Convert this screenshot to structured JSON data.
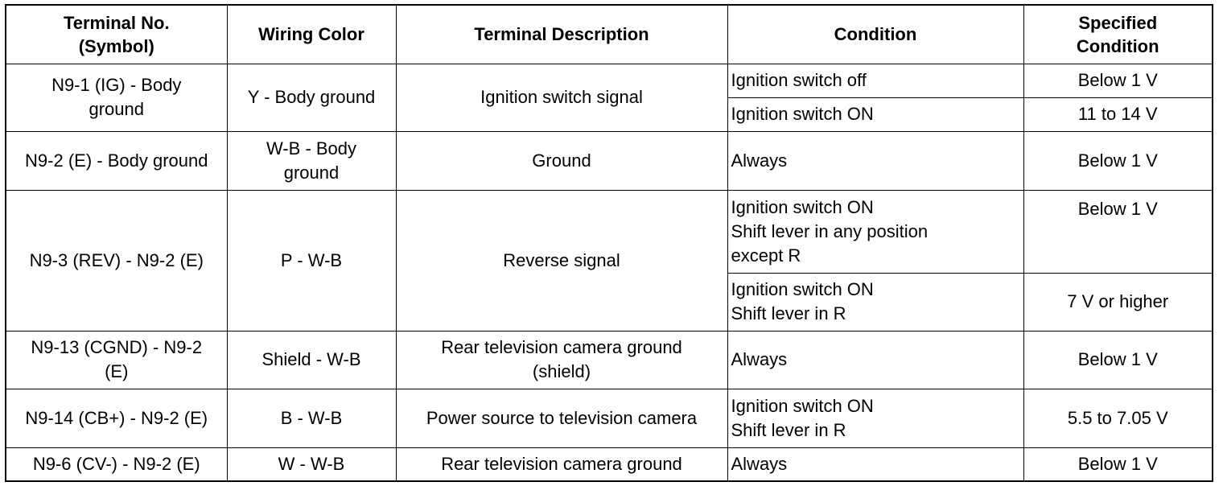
{
  "headers": {
    "terminal": "Terminal No.\n(Symbol)",
    "wiring": "Wiring Color",
    "description": "Terminal Description",
    "condition": "Condition",
    "specified": "Specified\nCondition"
  },
  "rows": [
    {
      "terminal": "N9-1 (IG) - Body\nground",
      "wiring": "Y - Body ground",
      "description": "Ignition switch signal",
      "conditions": [
        {
          "condition": "Ignition switch off",
          "specified": "Below 1 V"
        },
        {
          "condition": "Ignition switch ON",
          "specified": "11 to 14 V"
        }
      ]
    },
    {
      "terminal": "N9-2 (E) - Body ground",
      "wiring": "W-B - Body\nground",
      "description": "Ground",
      "conditions": [
        {
          "condition": "Always",
          "specified": "Below 1 V"
        }
      ]
    },
    {
      "terminal": "N9-3 (REV) - N9-2 (E)",
      "wiring": "P - W-B",
      "description": "Reverse signal",
      "conditions": [
        {
          "condition": "Ignition switch ON\nShift lever in any position\nexcept R",
          "specified": "Below 1 V"
        },
        {
          "condition": "Ignition switch ON\nShift lever in R",
          "specified": "7 V or higher"
        }
      ]
    },
    {
      "terminal": "N9-13 (CGND) - N9-2\n(E)",
      "wiring": "Shield - W-B",
      "description": "Rear television camera ground\n(shield)",
      "conditions": [
        {
          "condition": "Always",
          "specified": "Below 1 V"
        }
      ]
    },
    {
      "terminal": "N9-14 (CB+) - N9-2 (E)",
      "wiring": "B - W-B",
      "description": "Power source to television camera",
      "conditions": [
        {
          "condition": "Ignition switch ON\nShift lever in R",
          "specified": "5.5 to 7.05 V"
        }
      ]
    },
    {
      "terminal": "N9-6 (CV-) - N9-2 (E)",
      "wiring": "W - W-B",
      "description": "Rear television camera ground",
      "conditions": [
        {
          "condition": "Always",
          "specified": "Below 1 V"
        }
      ]
    }
  ]
}
